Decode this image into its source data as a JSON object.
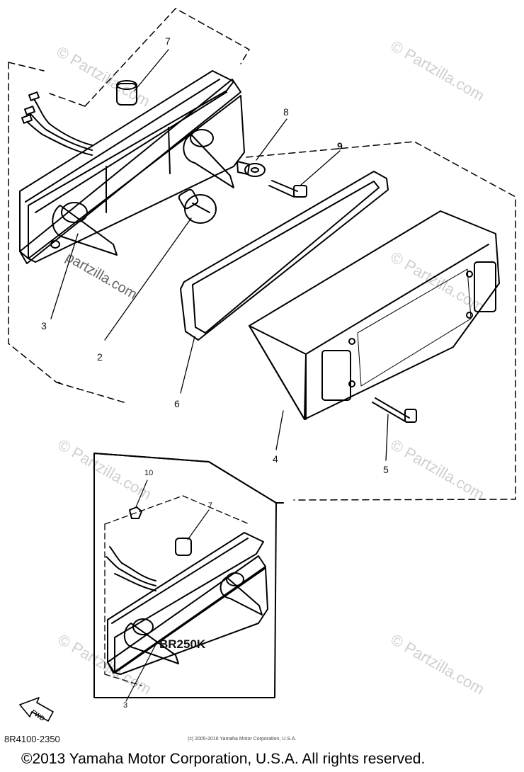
{
  "callouts": [
    {
      "id": "7",
      "label": "7"
    },
    {
      "id": "8",
      "label": "8"
    },
    {
      "id": "9",
      "label": "9"
    },
    {
      "id": "3",
      "label": "3"
    },
    {
      "id": "2",
      "label": "2"
    },
    {
      "id": "6",
      "label": "6"
    },
    {
      "id": "4",
      "label": "4"
    },
    {
      "id": "5",
      "label": "5"
    },
    {
      "id": "10",
      "label": "10"
    },
    {
      "id": "7b",
      "label": "7"
    },
    {
      "id": "3b",
      "label": "3"
    }
  ],
  "model_label": "BR250K",
  "fwd_label": "FWD",
  "diagram_code": "8R4100-2350",
  "small_copyright": "(c) 2005-2016 Yamaha Motor Corporation, U.S.A.",
  "watermark_main": "partzilla.com",
  "watermark_faint": "© Partzilla.com",
  "footer": "©2013 Yamaha Motor Corporation, U.S.A. All rights reserved."
}
